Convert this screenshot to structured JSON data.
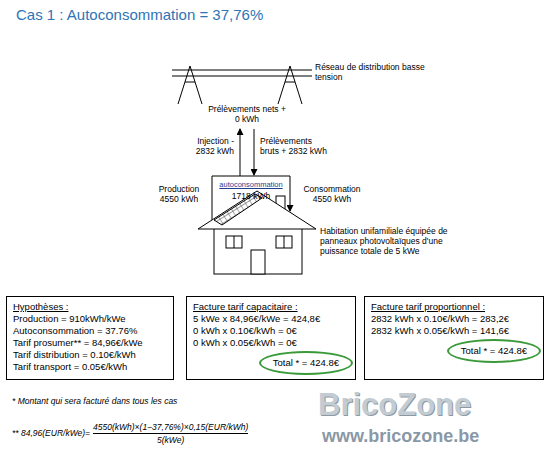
{
  "diagram": {
    "title": "Cas 1 : Autoconsommation = 37,76%",
    "nodes": [
      {
        "text": [
          "Hypothèses :",
          "Production = 910kWh/kWe",
          "Autoconsommation = 37.76%",
          "Tarif prosumer** = 84,96€/kWe",
          "Tarif distribution = 0.10€/kWh",
          "Tarif transport = 0.05€/kWh"
        ]
      },
      {
        "text": [
          "Facture tarif capacitaire :",
          "5 kWe x 84,96€/kWe = 424,8€",
          "0 kWh x 0.10€/kWh = 0€",
          "0 kWh x 0.05€/kWh = 0€"
        ]
      },
      {
        "text": [
          "Total * = 424.8€"
        ],
        "in": 1
      },
      {
        "text": [
          "Facture tarif proportionnel :",
          "2832 kWh x 0.10€/kWh = 283,2€",
          "2832 kWh x 0.05€/kWh = 141,6€"
        ]
      },
      {
        "text": [
          "Total * = 424.8€"
        ],
        "in": 3
      }
    ],
    "labels": [
      "Réseau de distribution basse tension",
      "Prélèvements nets + 0 kWh",
      "Injection - 2832 kWh",
      "Prélèvements bruts + 2832 kWh",
      "Production 4550 kWh",
      "autoconsommation",
      "1718 kWh",
      "Consommation 4550 kWh",
      "Habitation unifamiliale équipée de panneaux photovoltaïques d'une puissance totale de 5 kWe",
      "* Montant qui sera facturé dans tous les cas",
      "** 84,96(EUR/kWe)=",
      "4550(kWh)×(1−37,76%)×0,15(EUR/kWh)",
      "5(kWe)",
      "BricoZone",
      "www.bricozone.be"
    ]
  }
}
